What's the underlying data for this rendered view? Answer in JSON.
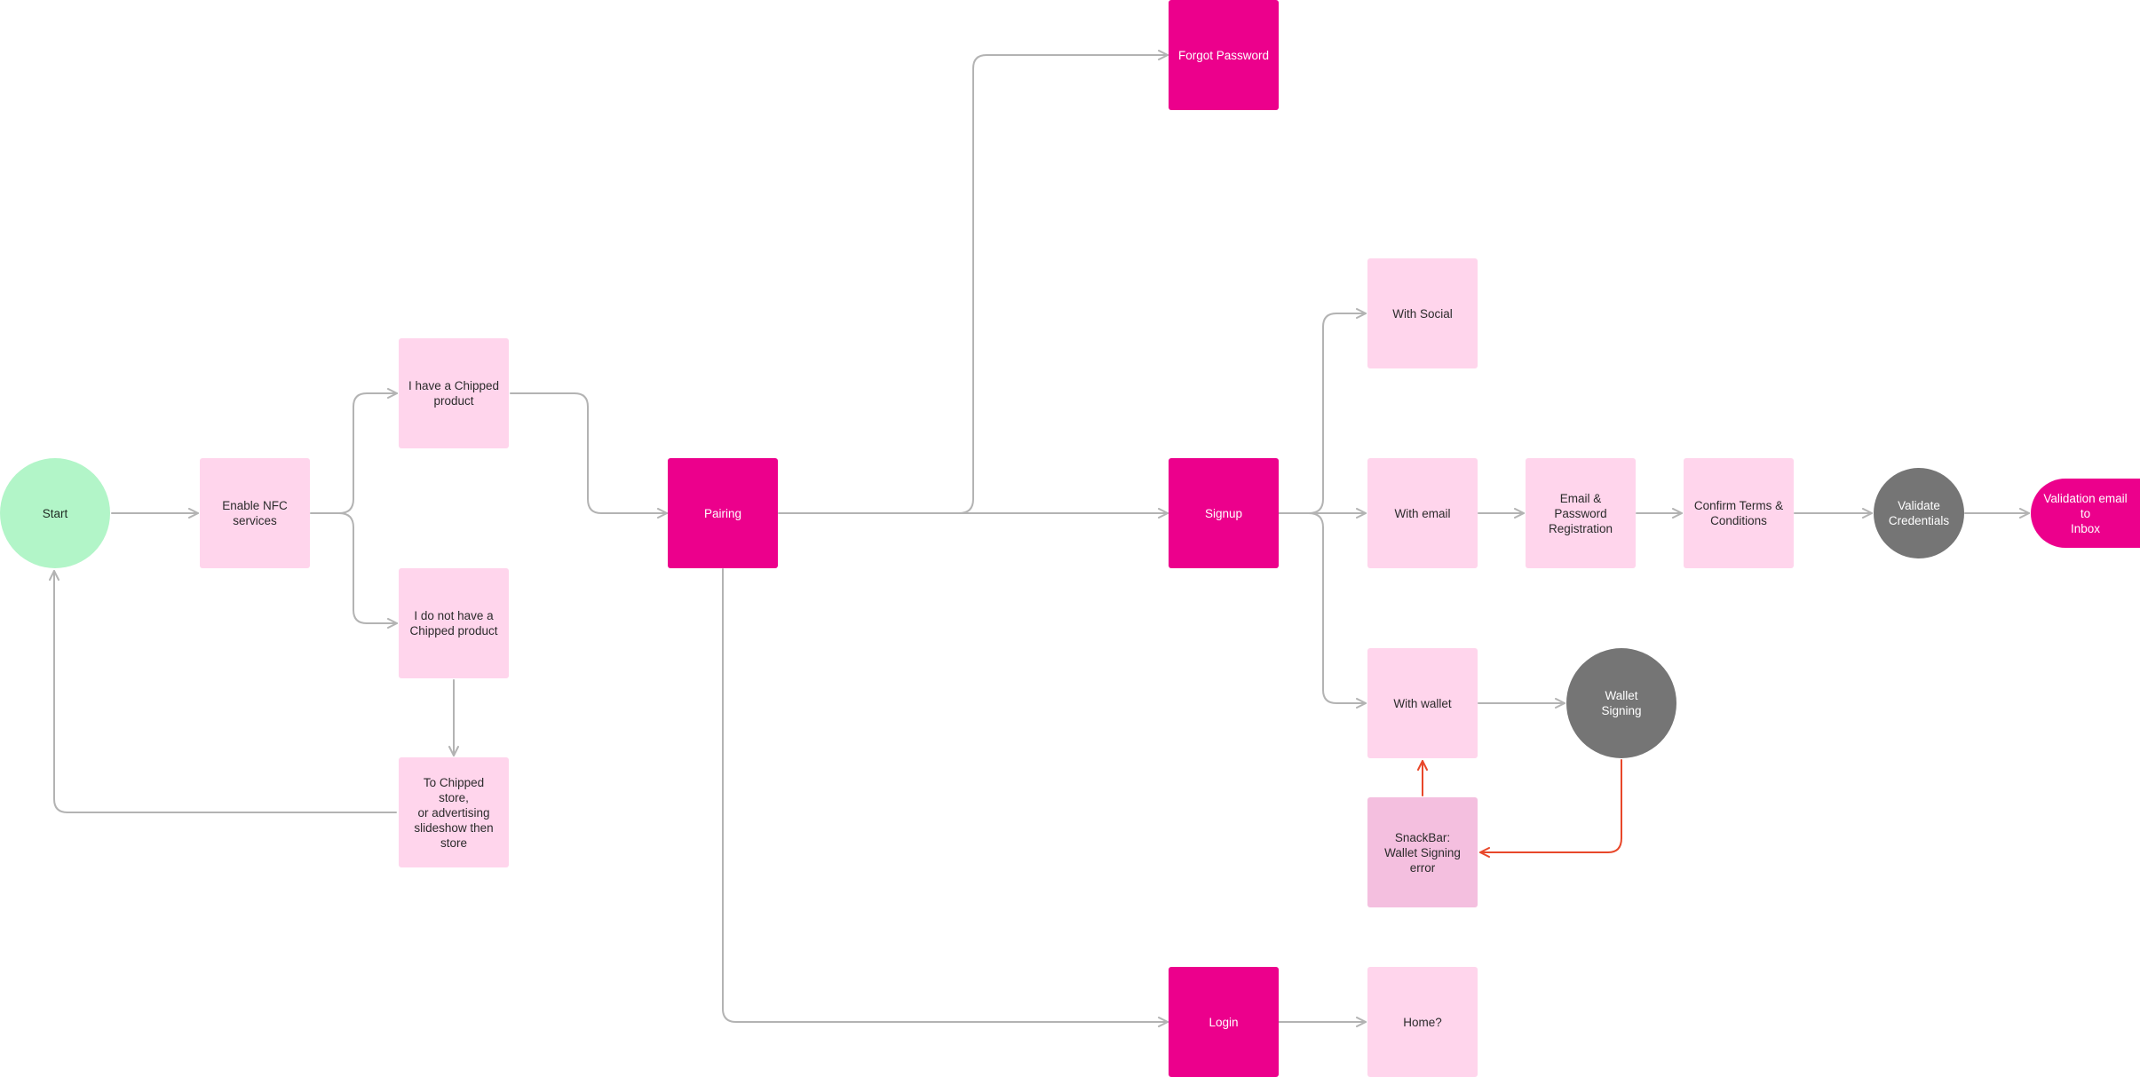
{
  "diagram": {
    "nodes": [
      {
        "id": "start",
        "label": "Start"
      },
      {
        "id": "enable-nfc",
        "label": "Enable NFC\nservices"
      },
      {
        "id": "have-chipped",
        "label": "I have a Chipped\nproduct"
      },
      {
        "id": "no-chipped",
        "label": "I do not have a\nChipped product"
      },
      {
        "id": "chipped-store",
        "label": "To Chipped store,\nor advertising\nslideshow then\nstore"
      },
      {
        "id": "pairing",
        "label": "Pairing"
      },
      {
        "id": "forgot-password",
        "label": "Forgot Password"
      },
      {
        "id": "signup",
        "label": "Signup"
      },
      {
        "id": "login",
        "label": "Login"
      },
      {
        "id": "with-social",
        "label": "With Social"
      },
      {
        "id": "with-email",
        "label": "With email"
      },
      {
        "id": "with-wallet",
        "label": "With wallet"
      },
      {
        "id": "email-password-registration",
        "label": "Email & Password\nRegistration"
      },
      {
        "id": "confirm-terms",
        "label": "Confirm Terms &\nConditions"
      },
      {
        "id": "validate-credentials",
        "label": "Validate\nCredentials"
      },
      {
        "id": "validation-email",
        "label": "Validation email to\nInbox"
      },
      {
        "id": "wallet-signing",
        "label": "Wallet\nSigning"
      },
      {
        "id": "snackbar-error",
        "label": "SnackBar:\nWallet Signing\nerror"
      },
      {
        "id": "home",
        "label": "Home?"
      }
    ],
    "edges": [
      {
        "from": "start",
        "to": "enable-nfc"
      },
      {
        "from": "enable-nfc",
        "to": "have-chipped"
      },
      {
        "from": "enable-nfc",
        "to": "no-chipped"
      },
      {
        "from": "have-chipped",
        "to": "pairing"
      },
      {
        "from": "no-chipped",
        "to": "chipped-store"
      },
      {
        "from": "chipped-store",
        "to": "start"
      },
      {
        "from": "pairing",
        "to": "forgot-password"
      },
      {
        "from": "pairing",
        "to": "signup"
      },
      {
        "from": "pairing",
        "to": "login"
      },
      {
        "from": "signup",
        "to": "with-social"
      },
      {
        "from": "signup",
        "to": "with-email"
      },
      {
        "from": "signup",
        "to": "with-wallet"
      },
      {
        "from": "with-email",
        "to": "email-password-registration"
      },
      {
        "from": "email-password-registration",
        "to": "confirm-terms"
      },
      {
        "from": "confirm-terms",
        "to": "validate-credentials"
      },
      {
        "from": "validate-credentials",
        "to": "validation-email"
      },
      {
        "from": "with-wallet",
        "to": "wallet-signing"
      },
      {
        "from": "wallet-signing",
        "to": "snackbar-error",
        "status": "error"
      },
      {
        "from": "snackbar-error",
        "to": "with-wallet",
        "status": "error"
      },
      {
        "from": "login",
        "to": "home"
      }
    ],
    "colors": {
      "light_node": "#ffd5ec",
      "snackbar_node": "#f4bfdf",
      "primary_node": "#ec008c",
      "start_node": "#b2f5c8",
      "process_node": "#757575",
      "connector": "#b3b3b3",
      "error_connector": "#e8472a"
    }
  }
}
